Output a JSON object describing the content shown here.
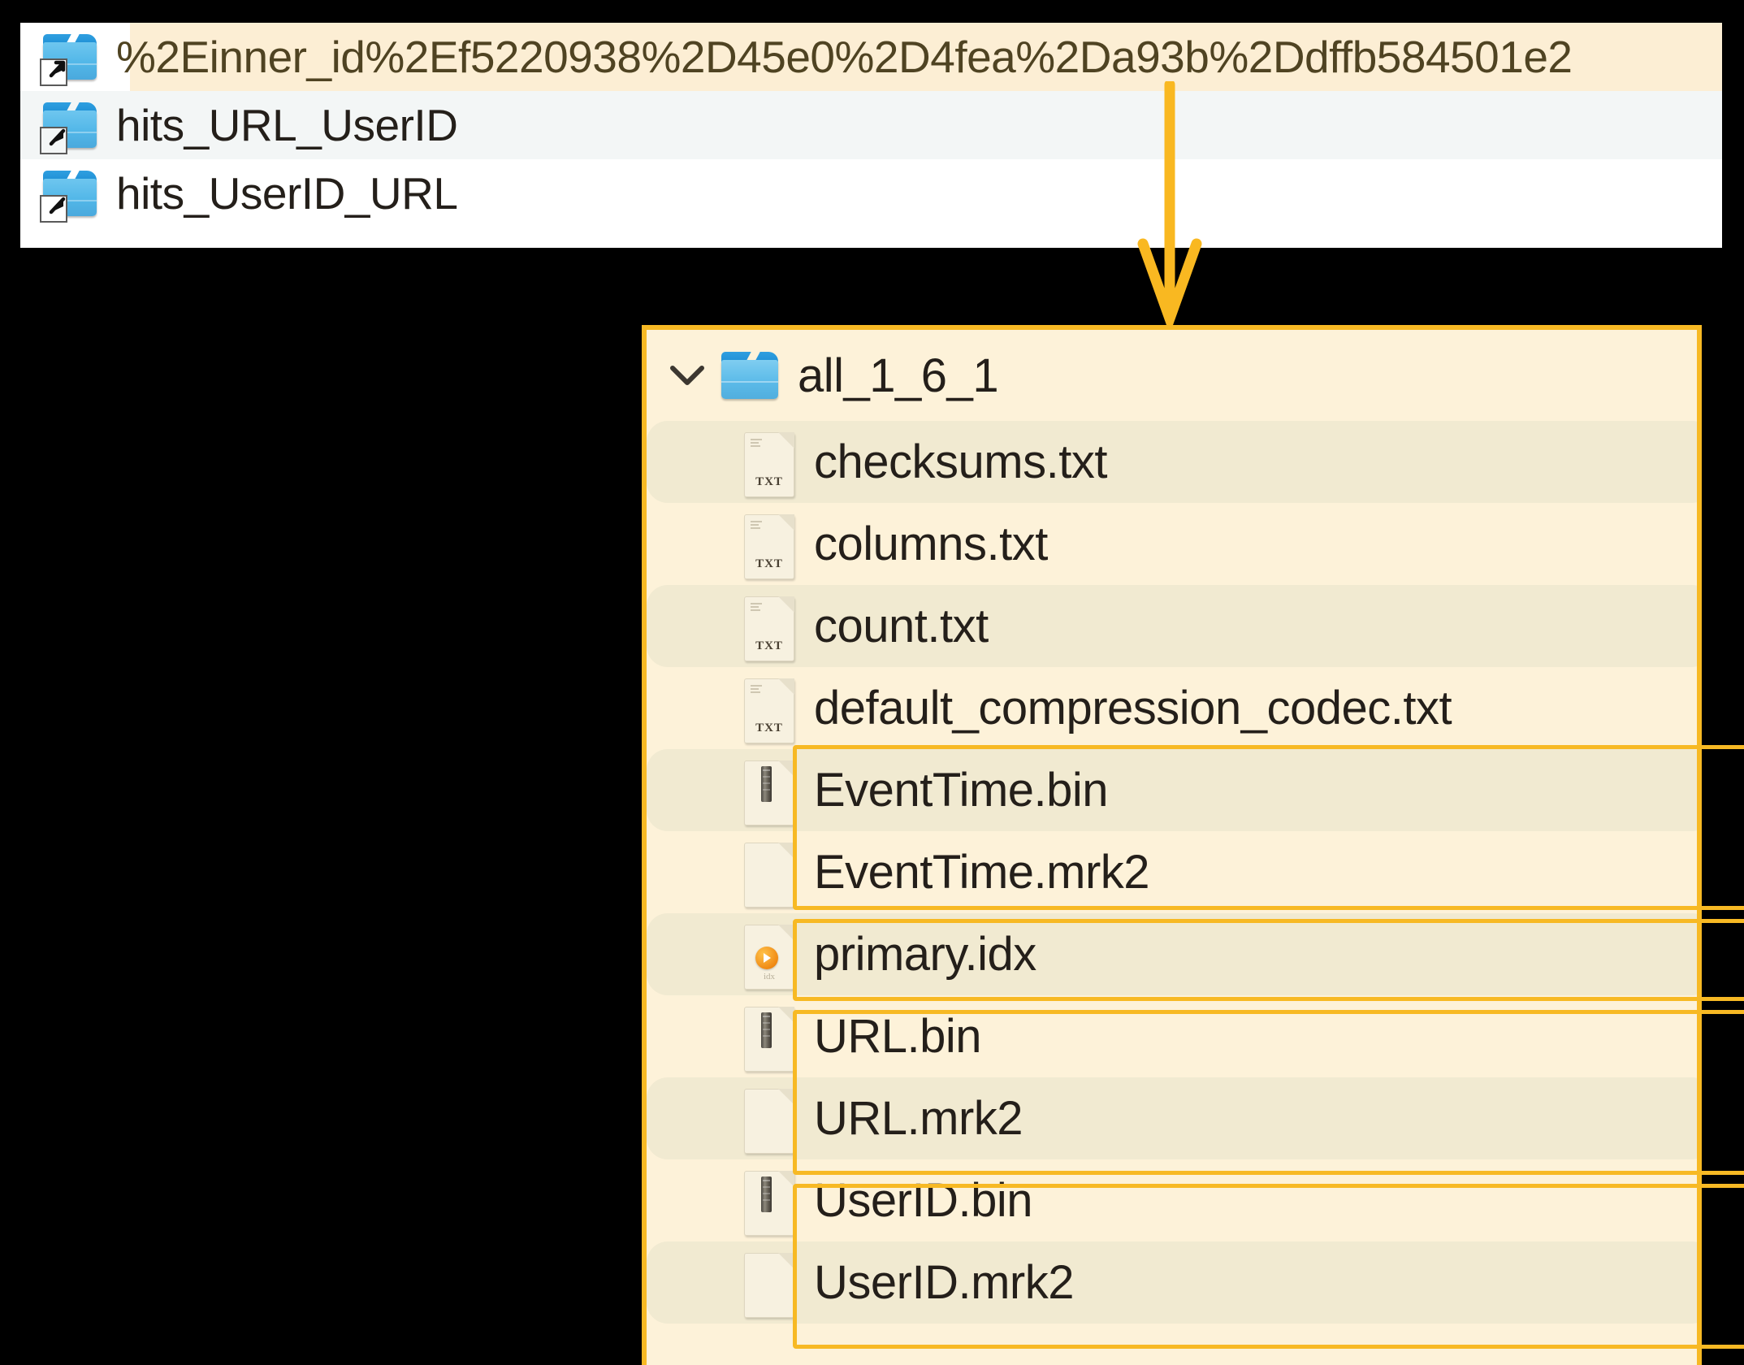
{
  "top_panel": {
    "rows": [
      {
        "label": "%2Einner_id%2Ef5220938%2D45e0%2D4fea%2Da93b%2Ddffb584501e2",
        "icon": "folder-shortcut-icon",
        "highlighted": true
      },
      {
        "label": "hits_URL_UserID",
        "icon": "folder-shortcut-icon",
        "highlighted": false
      },
      {
        "label": "hits_UserID_URL",
        "icon": "folder-shortcut-icon",
        "highlighted": false
      }
    ]
  },
  "annotation": {
    "arrow": "down-arrow-annotation",
    "color": "#f7b924"
  },
  "main_panel": {
    "border_color": "#f7b924",
    "background_color": "#fdf2d9",
    "folder": {
      "name": "all_1_6_1",
      "expand_icon": "chevron-down-icon",
      "folder_icon": "folder-icon",
      "expanded": true
    },
    "files": [
      {
        "name": "checksums.txt",
        "icon": "txt-file-icon",
        "tag": "TXT",
        "shaded": true,
        "boxed": false
      },
      {
        "name": "columns.txt",
        "icon": "txt-file-icon",
        "tag": "TXT",
        "shaded": false,
        "boxed": false
      },
      {
        "name": "count.txt",
        "icon": "txt-file-icon",
        "tag": "TXT",
        "shaded": true,
        "boxed": false
      },
      {
        "name": "default_compression_codec.txt",
        "icon": "txt-file-icon",
        "tag": "TXT",
        "shaded": false,
        "boxed": false
      },
      {
        "name": "EventTime.bin",
        "icon": "bin-file-icon",
        "tag": "",
        "shaded": true,
        "boxed": true
      },
      {
        "name": "EventTime.mrk2",
        "icon": "blank-file-icon",
        "tag": "",
        "shaded": false,
        "boxed": true
      },
      {
        "name": "primary.idx",
        "icon": "idx-file-icon",
        "tag": "idx",
        "shaded": true,
        "boxed": true
      },
      {
        "name": "URL.bin",
        "icon": "bin-file-icon",
        "tag": "",
        "shaded": false,
        "boxed": true
      },
      {
        "name": "URL.mrk2",
        "icon": "blank-file-icon",
        "tag": "",
        "shaded": true,
        "boxed": true
      },
      {
        "name": "UserID.bin",
        "icon": "bin-file-icon",
        "tag": "",
        "shaded": false,
        "boxed": true
      },
      {
        "name": "UserID.mrk2",
        "icon": "blank-file-icon",
        "tag": "",
        "shaded": true,
        "boxed": true
      }
    ],
    "highlight_groups": [
      {
        "label": "EventTime-group",
        "start_index": 4,
        "end_index": 5
      },
      {
        "label": "primary-idx-group",
        "start_index": 6,
        "end_index": 6
      },
      {
        "label": "URL-group",
        "start_index": 7,
        "end_index": 8
      },
      {
        "label": "UserID-group",
        "start_index": 9,
        "end_index": 10
      }
    ]
  }
}
